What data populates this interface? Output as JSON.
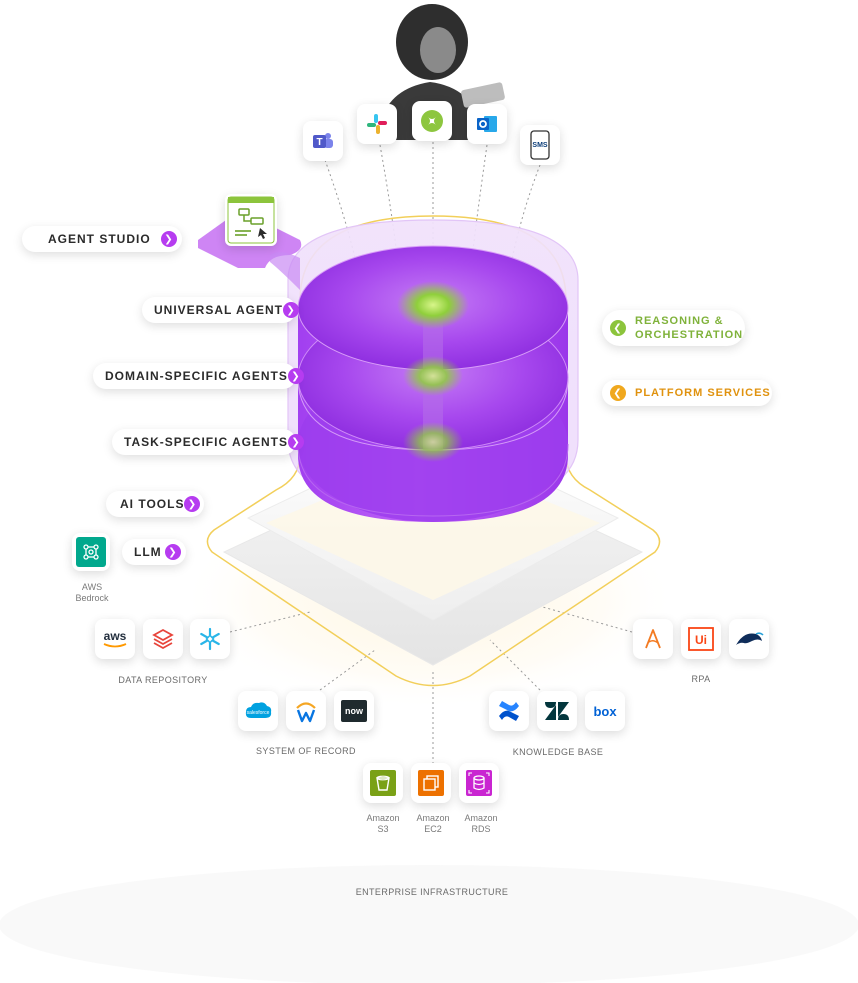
{
  "labels": {
    "agent_studio": "AGENT STUDIO",
    "universal_agent": "UNIVERSAL AGENT",
    "domain_specific_agents": "DOMAIN-SPECIFIC AGENTS",
    "task_specific_agents": "TASK-SPECIFIC AGENTS",
    "ai_tools": "AI TOOLS",
    "llm": "LLM",
    "reasoning_line1": "REASONING &",
    "reasoning_line2": "ORCHESTRATION",
    "platform_services": "PLATFORM SERVICES"
  },
  "channels": {
    "sms_label": "SMS"
  },
  "llm_provider": {
    "line1": "AWS",
    "line2": "Bedrock"
  },
  "groups": {
    "data_repository": "DATA REPOSITORY",
    "system_of_record": "SYSTEM OF RECORD",
    "knowledge_base": "KNOWLEDGE BASE",
    "rpa": "RPA",
    "enterprise_infrastructure": "ENTERPRISE INFRASTRUCTURE"
  },
  "logos": {
    "aws": "aws",
    "salesforce": "salesforce",
    "servicenow": "now",
    "box": "box",
    "uipath": "Ui"
  },
  "infra": {
    "s3_line1": "Amazon",
    "s3_line2": "S3",
    "ec2_line1": "Amazon",
    "ec2_line2": "EC2",
    "rds_line1": "Amazon",
    "rds_line2": "RDS"
  },
  "colors": {
    "purple_accent": "#b63cf0",
    "green_accent": "#8cc43c",
    "orange_accent": "#f0a81e",
    "reasoning_text": "#7fb23a",
    "platform_text": "#e0920e",
    "border_yellow": "#f2cf5a"
  }
}
